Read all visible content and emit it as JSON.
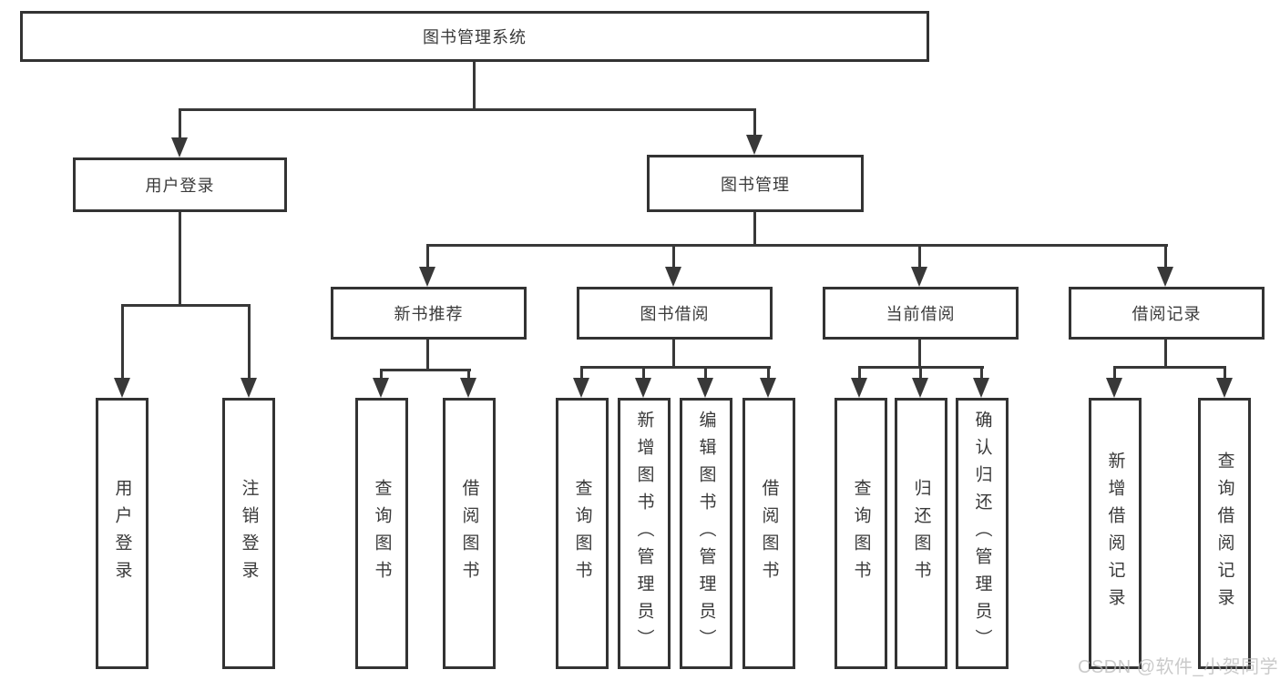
{
  "diagram": {
    "root": {
      "label": "图书管理系统"
    },
    "branches": [
      {
        "label": "用户登录",
        "children": [
          {
            "label": "用户登录"
          },
          {
            "label": "注销登录"
          }
        ]
      },
      {
        "label": "图书管理",
        "groups": [
          {
            "label": "新书推荐",
            "children": [
              {
                "label": "查询图书"
              },
              {
                "label": "借阅图书"
              }
            ]
          },
          {
            "label": "图书借阅",
            "children": [
              {
                "label": "查询图书"
              },
              {
                "label": "新增图书（管理员）"
              },
              {
                "label": "编辑图书（管理员）"
              },
              {
                "label": "借阅图书"
              }
            ]
          },
          {
            "label": "当前借阅",
            "children": [
              {
                "label": "查询图书"
              },
              {
                "label": "归还图书"
              },
              {
                "label": "确认归还（管理员）"
              }
            ]
          },
          {
            "label": "借阅记录",
            "children": [
              {
                "label": "新增借阅记录"
              },
              {
                "label": "查询借阅记录"
              }
            ]
          }
        ]
      }
    ]
  },
  "colors": {
    "line": "#383838",
    "box_border": "#333333",
    "text": "#3a3a3a",
    "watermark": "#b9b9b9",
    "background": "#ffffff"
  },
  "watermark": "CSDN @软件_小贺同学"
}
